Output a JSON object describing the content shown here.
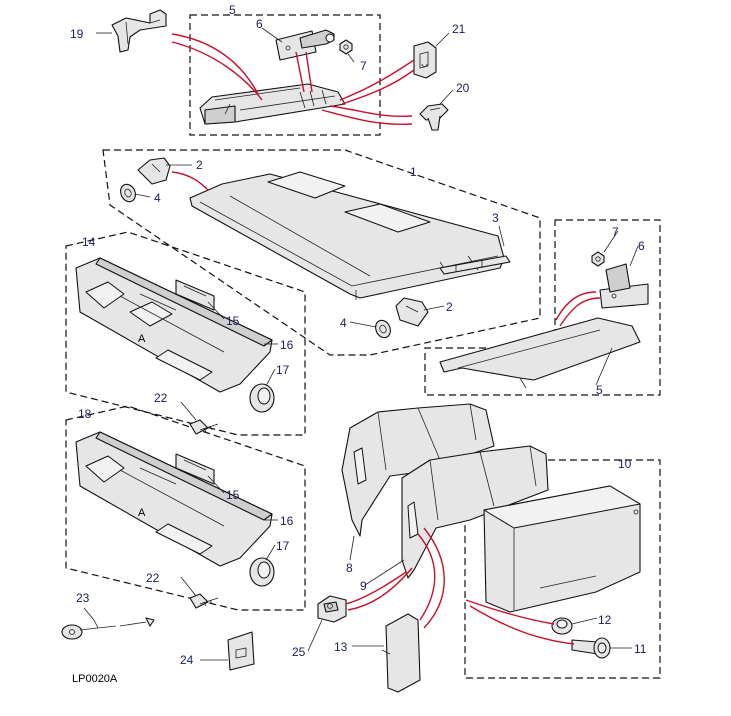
{
  "diagram": {
    "reference_code": "LP0020A",
    "callouts": {
      "c1": "1",
      "c2a": "2",
      "c2b": "2",
      "c3": "3",
      "c4a": "4",
      "c4b": "4",
      "c5a": "5",
      "c5b": "5",
      "c6a": "6",
      "c6b": "6",
      "c7a": "7",
      "c7b": "7",
      "c8": "8",
      "c9": "9",
      "c10": "10",
      "c11": "11",
      "c12": "12",
      "c13": "13",
      "c14": "14",
      "c15a": "15",
      "c15b": "15",
      "c16a": "16",
      "c16b": "16",
      "c17a": "17",
      "c17b": "17",
      "c18": "18",
      "c19": "19",
      "c20": "20",
      "c21": "21",
      "c22a": "22",
      "c22b": "22",
      "c23": "23",
      "c24": "24",
      "c25": "25"
    }
  }
}
